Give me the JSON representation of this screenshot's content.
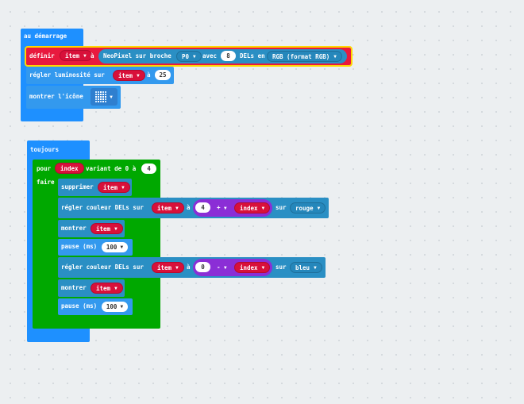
{
  "on_start": {
    "hat_label": "au démarrage",
    "define_stmt": {
      "label": "définir",
      "var": "item",
      "to": "à",
      "create": "NeoPixel sur broche",
      "pin": "P0",
      "with": "avec",
      "count": "8",
      "leds_in": "DELs en",
      "mode": "RGB (format RGB)"
    },
    "brightness_stmt": {
      "label": "régler luminosité sur",
      "var": "item",
      "to": "à",
      "value": "25"
    },
    "show_icon_stmt": {
      "label": "montrer l'icône"
    }
  },
  "forever": {
    "hat_label": "toujours",
    "for_stmt": {
      "label": "pour",
      "var": "index",
      "range_label": "variant de 0 à",
      "limit": "4",
      "do_label": "faire"
    },
    "clear_stmt": {
      "label": "supprimer",
      "var": "item"
    },
    "set_color_1": {
      "label": "régler couleur DELs sur",
      "var": "item",
      "at": "à",
      "left": "4",
      "op": "+",
      "right": "index",
      "on": "sur",
      "color": "rouge"
    },
    "show_1": {
      "label": "montrer",
      "var": "item"
    },
    "pause_1": {
      "label": "pause (ms)",
      "value": "100"
    },
    "set_color_2": {
      "label": "régler couleur DELs sur",
      "var": "item",
      "at": "à",
      "left": "0",
      "op": "-",
      "right": "index",
      "on": "sur",
      "color": "bleu"
    },
    "show_2": {
      "label": "montrer",
      "var": "item"
    },
    "pause_2": {
      "label": "pause (ms)",
      "value": "100"
    }
  },
  "icons": {
    "dropdown": "caret-down-icon",
    "led_icon": "led-grid-icon"
  },
  "colors": {
    "basic_blue": "#1e90ff",
    "neopixel_teal": "#2a8fc4",
    "variable_red": "#e8193e",
    "loop_green": "#00a800",
    "math_purple": "#8b2ed6",
    "selection_yellow": "#ffd700"
  }
}
